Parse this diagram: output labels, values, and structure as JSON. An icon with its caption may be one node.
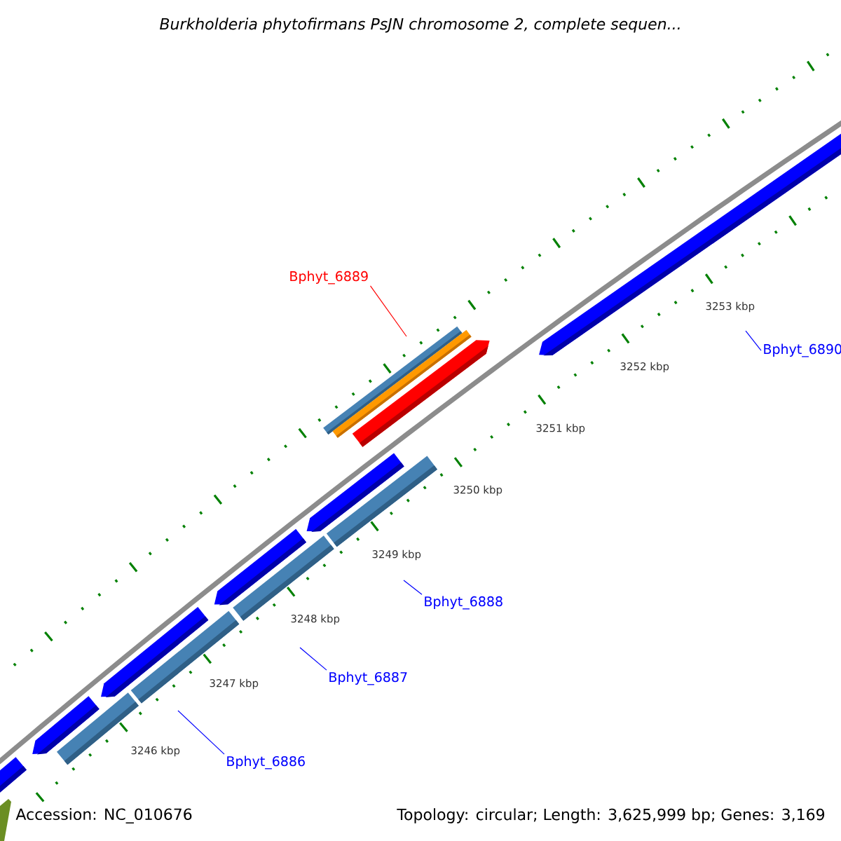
{
  "diagram": {
    "title": "Burkholderia phytofirmans PsJN chromosome 2, complete sequen...",
    "nodes": [
      {
        "text": [
          "Bphyt_6889"
        ]
      },
      {
        "text": [
          "Bphyt_6890"
        ]
      },
      {
        "text": [
          "Bphyt_6888"
        ]
      },
      {
        "text": [
          "Bphyt_6887"
        ]
      },
      {
        "text": [
          "Bphyt_6886"
        ]
      }
    ],
    "edges": [
      {
        "from": 0,
        "to": null,
        "arrow": "none",
        "color": "#ff0000"
      },
      {
        "from": 1,
        "to": null,
        "arrow": "none"
      },
      {
        "from": 2,
        "to": null,
        "arrow": "none"
      },
      {
        "from": 3,
        "to": null,
        "arrow": "none"
      },
      {
        "from": 4,
        "to": null,
        "arrow": "none"
      }
    ],
    "labels": [
      "3253 kbp",
      "3252 kbp",
      "3251 kbp",
      "3250 kbp",
      "3249 kbp",
      "3248 kbp",
      "3247 kbp",
      "3246 kbp",
      "Accession: NC_010676",
      "Topology: circular; Length: 3,625,999 bp; Genes: 3,169"
    ]
  }
}
